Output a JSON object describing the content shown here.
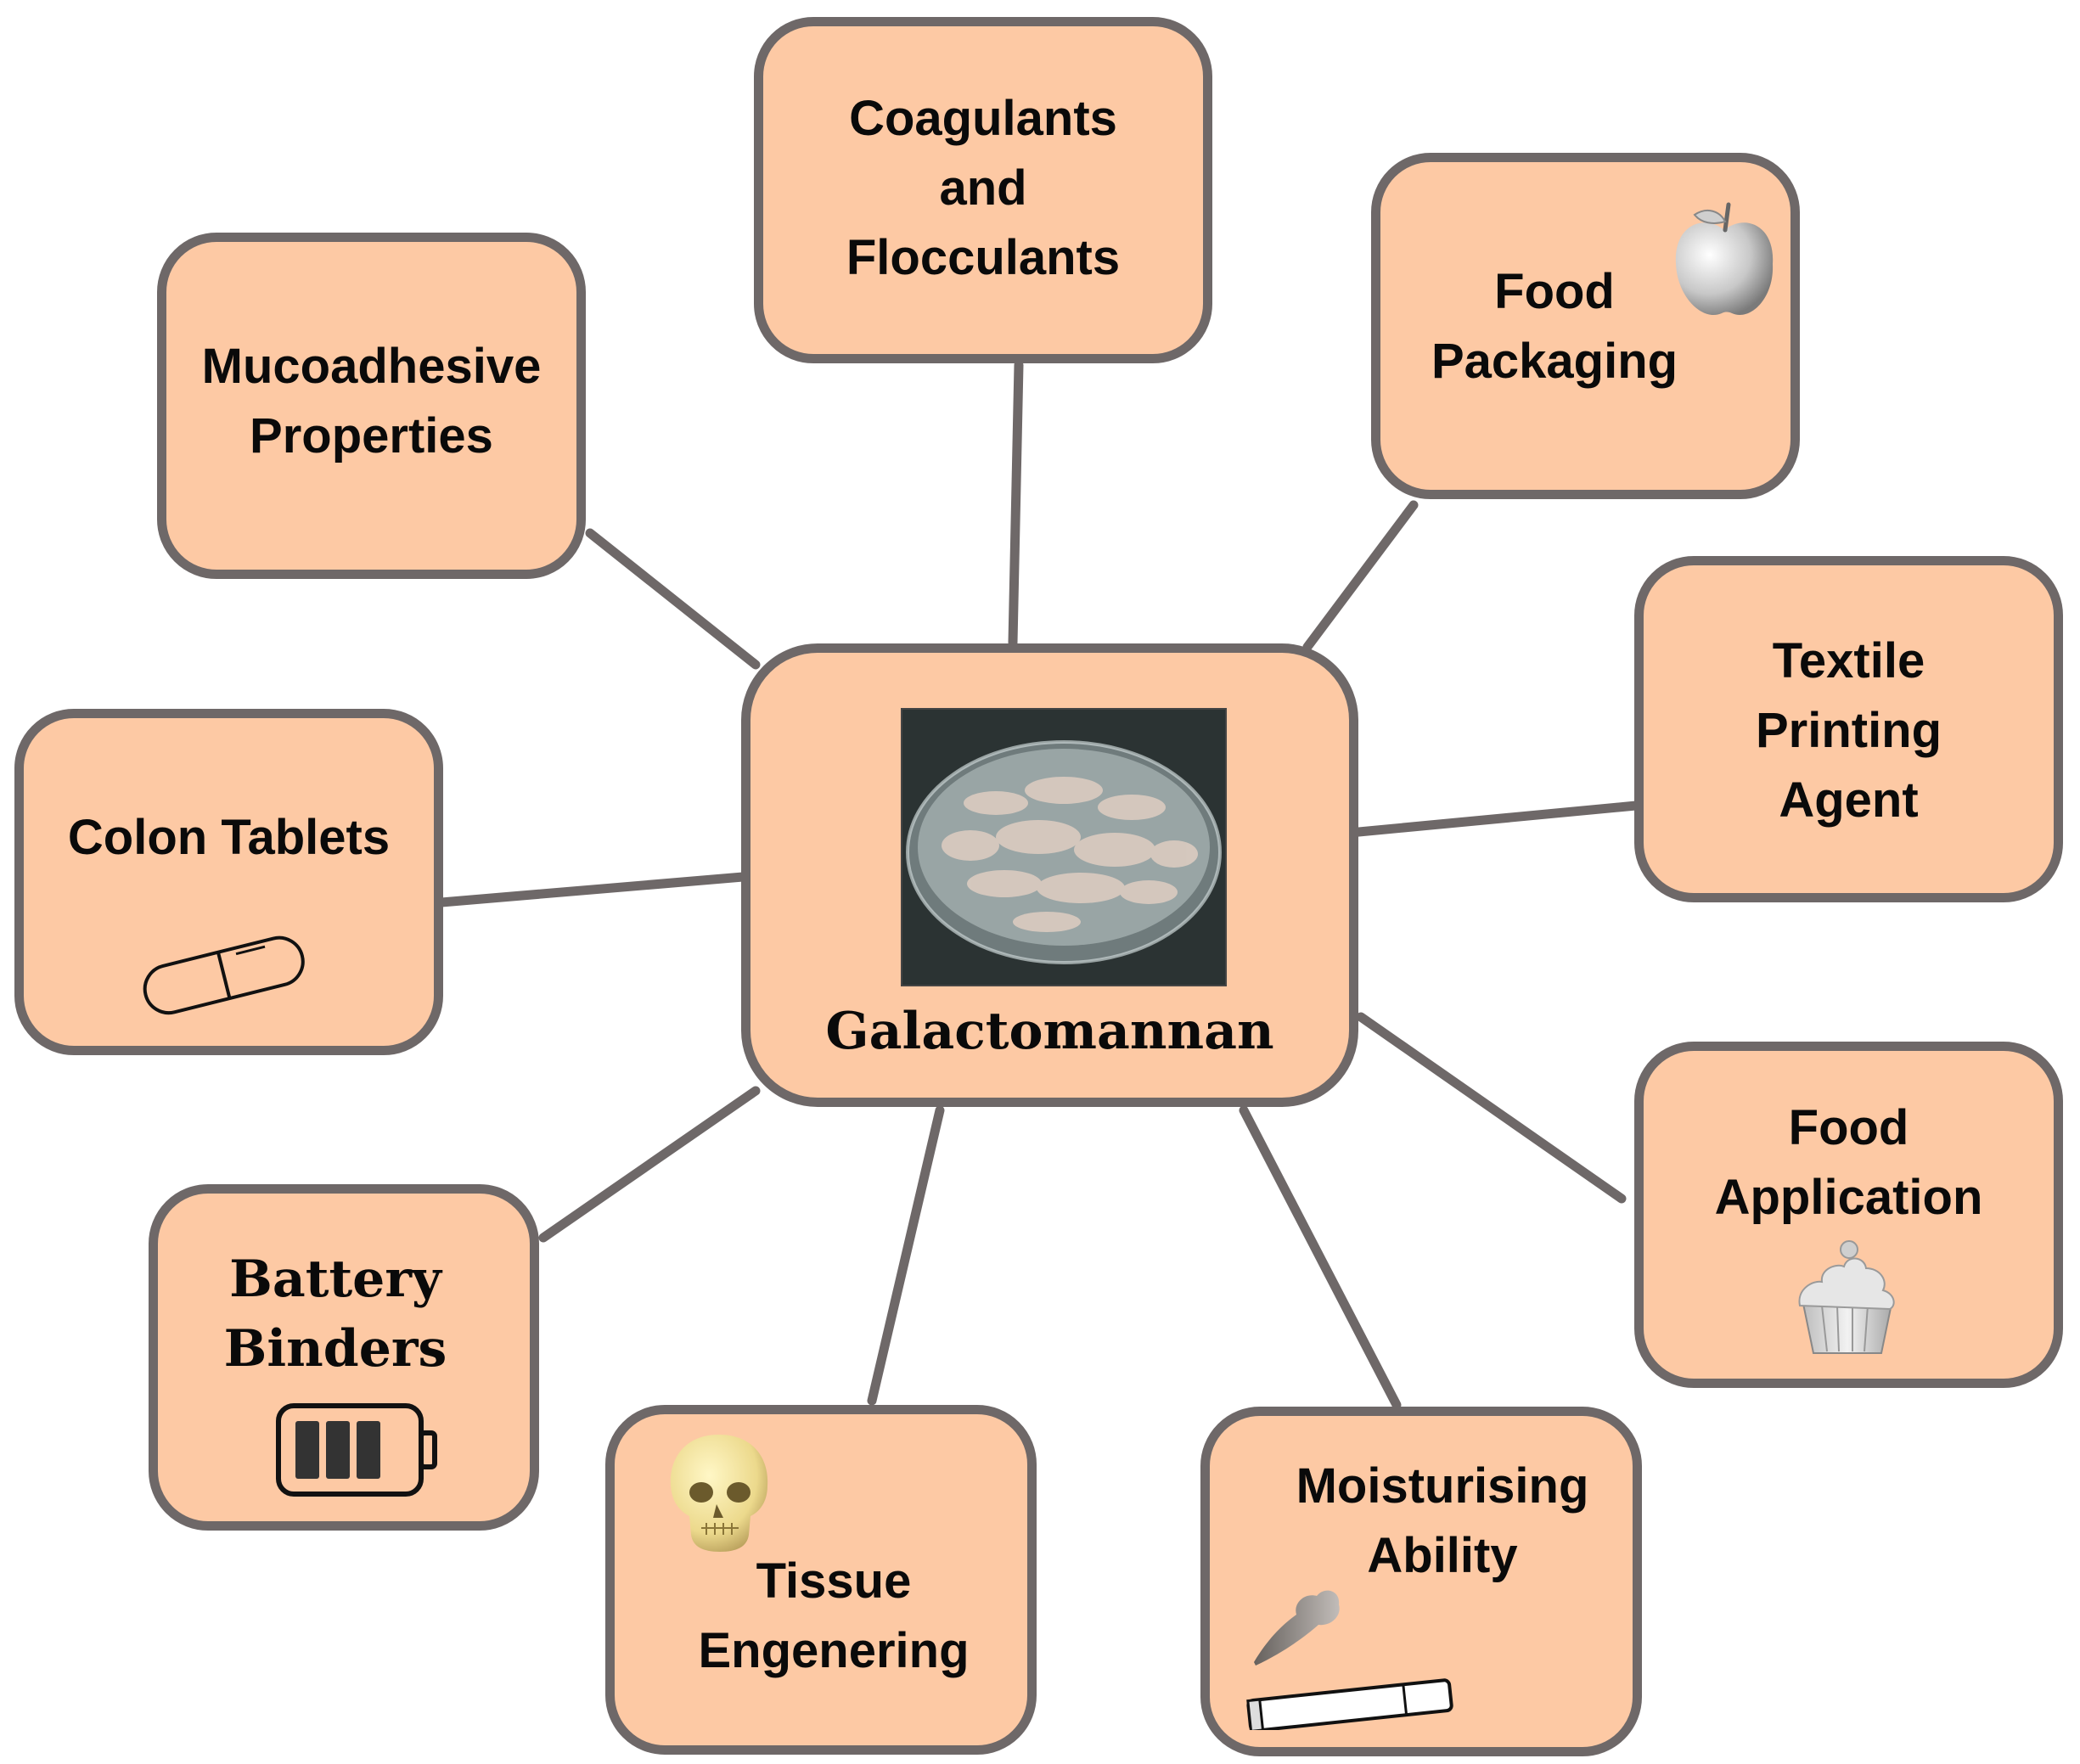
{
  "colors": {
    "node_fill": "#fdc9a4",
    "node_border": "#6e6868",
    "connector": "#6e6868",
    "text": "#0a0a0a"
  },
  "center": {
    "title": "Galactomannan",
    "image": "petri-dish-galactomannan-photo"
  },
  "applications": [
    {
      "id": "mucoadhesive",
      "lines": [
        "Mucoadhesive",
        "Properties"
      ],
      "icon": null
    },
    {
      "id": "coagulants",
      "lines": [
        "Coagulants",
        "and",
        "Flocculants"
      ],
      "icon": null
    },
    {
      "id": "food-packaging",
      "lines": [
        "Food",
        "Packaging"
      ],
      "icon": "apple-icon"
    },
    {
      "id": "textile",
      "lines": [
        "Textile",
        "Printing",
        "Agent"
      ],
      "icon": null
    },
    {
      "id": "colon-tablets",
      "lines": [
        "Colon Tablets"
      ],
      "icon": "capsule-icon"
    },
    {
      "id": "food-application",
      "lines": [
        "Food",
        "Application"
      ],
      "icon": "cupcake-icon"
    },
    {
      "id": "battery-binders",
      "lines": [
        "Battery",
        "Binders"
      ],
      "icon": "battery-icon"
    },
    {
      "id": "tissue",
      "lines": [
        "Tissue",
        "Engenering"
      ],
      "icon": "skull-icon"
    },
    {
      "id": "moisturising",
      "lines": [
        "Moisturising",
        "Ability"
      ],
      "icon": "cream-tube-icon"
    }
  ]
}
